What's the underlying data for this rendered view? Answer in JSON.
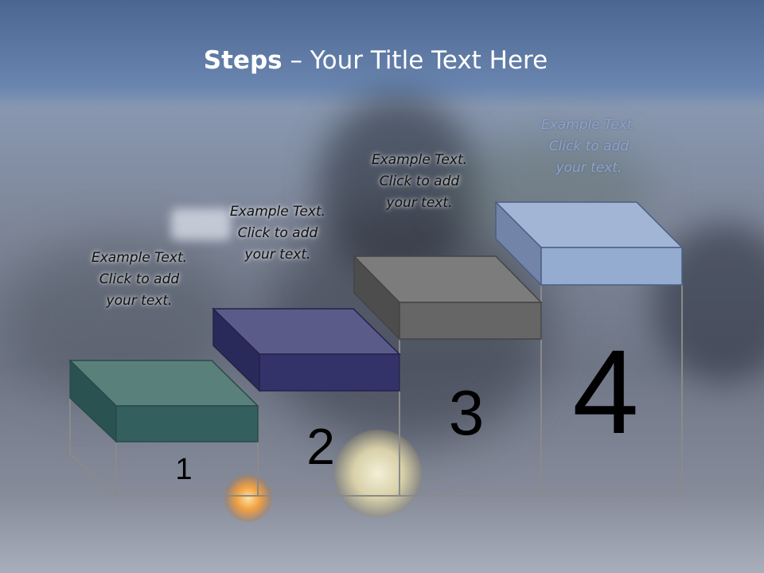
{
  "title": {
    "bold": "Steps",
    "rest": " – Your Title Text Here"
  },
  "steps": [
    {
      "number": "1",
      "caption": [
        "Example Text.",
        "Click  to add",
        "your text."
      ],
      "top_color": "#5a807c",
      "front_color": "#335f5e",
      "side_color": "#2a5250"
    },
    {
      "number": "2",
      "caption": [
        "Example Text.",
        "Click  to add",
        "your text."
      ],
      "top_color": "#5b5b8a",
      "front_color": "#33336a",
      "side_color": "#2a2a5a"
    },
    {
      "number": "3",
      "caption": [
        "Example Text.",
        "Click  to add",
        "your text."
      ],
      "top_color": "#7c7c7c",
      "front_color": "#666666",
      "side_color": "#4d4d4d"
    },
    {
      "number": "4",
      "caption": [
        "Example Text.",
        "Click  to add",
        "your text."
      ],
      "top_color": "#a3b5d4",
      "front_color": "#95acd1",
      "side_color": "#7285a8"
    }
  ]
}
